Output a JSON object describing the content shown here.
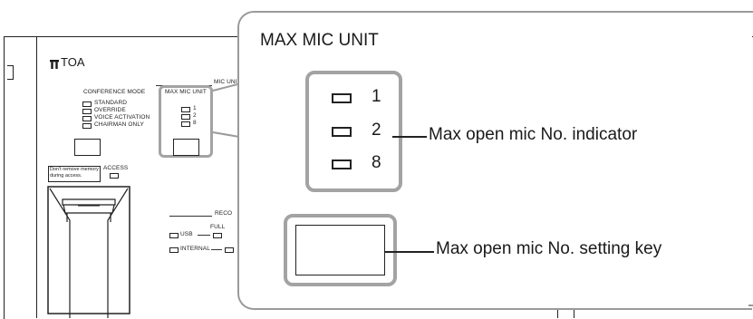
{
  "brand": "TOA",
  "panel": {
    "mic_unit_header": "MIC UNIT",
    "conference_mode_label": "CONFERENCE MODE",
    "conference_modes": [
      "STANDARD",
      "OVERRIDE",
      "VOICE ACTIVATION",
      "CHAIRMAN ONLY"
    ],
    "max_mic_unit_label": "MAX MIC UNIT",
    "max_mic_values": [
      "1",
      "2",
      "8"
    ],
    "memory_warning": "Don't remove memory during access.",
    "access_label": "ACCESS",
    "reco_label": "RECO",
    "usb_label": "USB",
    "full_label": "FULL",
    "internal_label": "INTERNAL"
  },
  "callout": {
    "title": "MAX MIC UNIT",
    "indicator_values": [
      "1",
      "2",
      "8"
    ],
    "indicator_caption": "Max open mic No. indicator",
    "key_caption": "Max open mic No. setting key"
  }
}
